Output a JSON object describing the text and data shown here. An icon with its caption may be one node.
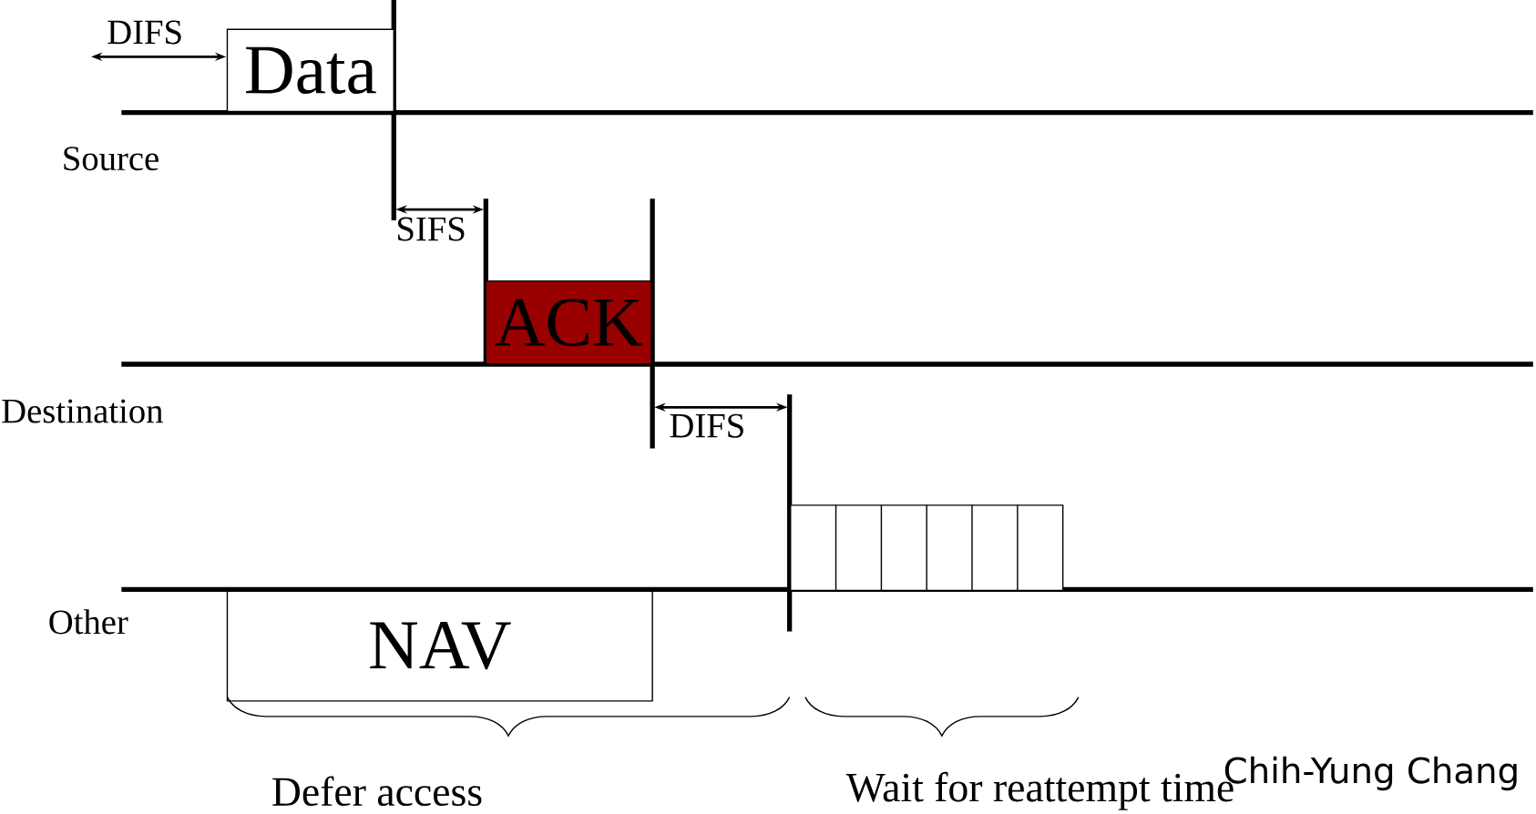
{
  "diagram": {
    "nodes": [
      {
        "text": [
          "Data"
        ]
      },
      {
        "text": [
          "ACK"
        ]
      },
      {
        "text": [
          "NAV"
        ]
      },
      {
        "text": [],
        "shape": "box"
      }
    ],
    "labels": [
      "DIFS",
      "Source",
      "SIFS",
      "Destination",
      "DIFS",
      "Other",
      "Defer access",
      "Chih-Yung Chang",
      "Wait for reattempt time"
    ]
  }
}
